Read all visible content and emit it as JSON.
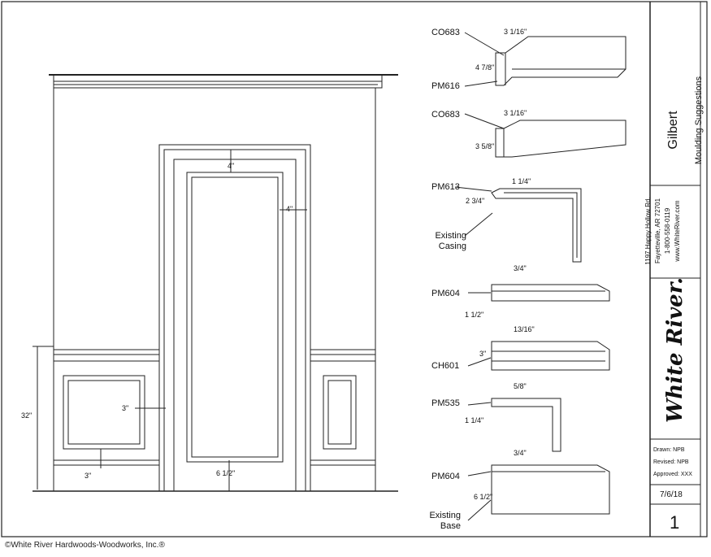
{
  "profiles": [
    {
      "code": "CO683",
      "dim": "3 1/16\""
    },
    {
      "code": "PM616",
      "dim": "4 7/8\""
    },
    {
      "code": "CO683",
      "dim": "3 1/16\"",
      "height": "3 5/8\""
    },
    {
      "code": "PM613",
      "dim": "1 1/4\"",
      "height": "2 3/4\""
    },
    {
      "code": "Existing Casing"
    },
    {
      "code": "PM604",
      "dim": "3/4\"",
      "height": "1 1/2\""
    },
    {
      "code": "CH601",
      "dim": "13/16\"",
      "height": "3\""
    },
    {
      "code": "PM535",
      "dim": "5/8\"",
      "height": "1 1/4\""
    },
    {
      "code": "PM604",
      "dim": "3/4\"",
      "height": "6 1/2\""
    },
    {
      "code": "Existing Base"
    }
  ],
  "elevation": {
    "dims": {
      "top": "4\"",
      "side": "4\"",
      "panel_gap": "3\"",
      "base": "3\"",
      "wainscot": "32\"",
      "bottom": "6 1/2\""
    }
  },
  "title_block": {
    "project": "Gilbert",
    "subtitle": "Moulding Suggestions",
    "address_1": "1197 Happy Hollow Rd.",
    "address_2": "Fayetteville, AR 72701",
    "phone": "1-800-558-0119",
    "web": "www.WhiteRiver.com",
    "logo": "White River.",
    "drawn": "Drawn:  NPB",
    "revised": "Revised:  NPB",
    "approved": "Approved: XXX",
    "date": "7/6/18",
    "sheet": "1"
  },
  "footer": "©White River Hardwoods-Woodworks, Inc.®"
}
